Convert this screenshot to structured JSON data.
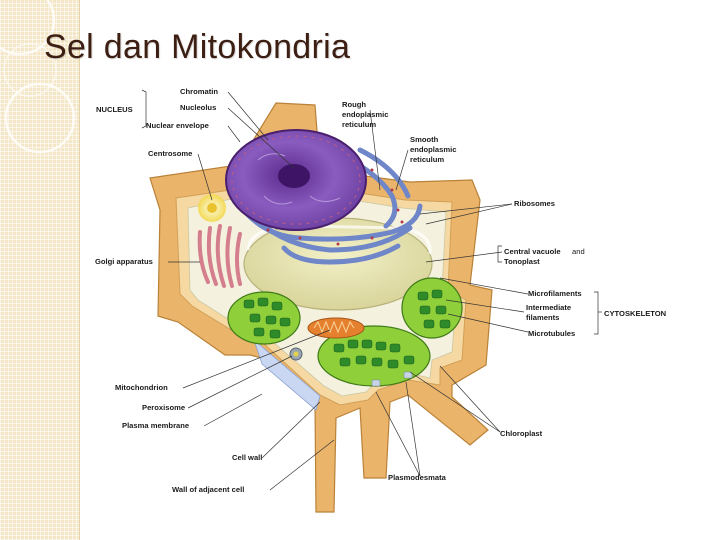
{
  "slide": {
    "title": "Sel dan Mitokondria"
  },
  "labels": {
    "nucleus": "NUCLEUS",
    "chromatin": "Chromatin",
    "nucleolus": "Nucleolus",
    "nuclear_envelope": "Nuclear envelope",
    "centrosome": "Centrosome",
    "golgi": "Golgi apparatus",
    "mitochondrion": "Mitochondrion",
    "peroxisome": "Peroxisome",
    "plasma_membrane": "Plasma membrane",
    "cell_wall": "Cell wall",
    "wall_adjacent": "Wall of adjacent cell",
    "rough_er_1": "Rough",
    "rough_er_2": "endoplasmic",
    "rough_er_3": "reticulum",
    "smooth_er_1": "Smooth",
    "smooth_er_2": "endoplasmic",
    "smooth_er_3": "reticulum",
    "ribosomes": "Ribosomes",
    "central_vacuole": "Central vacuole",
    "and": "and",
    "tonoplast": "Tonoplast",
    "microfilaments": "Microfilaments",
    "intermediate_1": "Intermediate",
    "intermediate_2": "filaments",
    "microtubules": "Microtubules",
    "cytoskeleton": "CYTOSKELETON",
    "chloroplast": "Chloroplast",
    "plasmodesmata": "Plasmodesmata"
  }
}
